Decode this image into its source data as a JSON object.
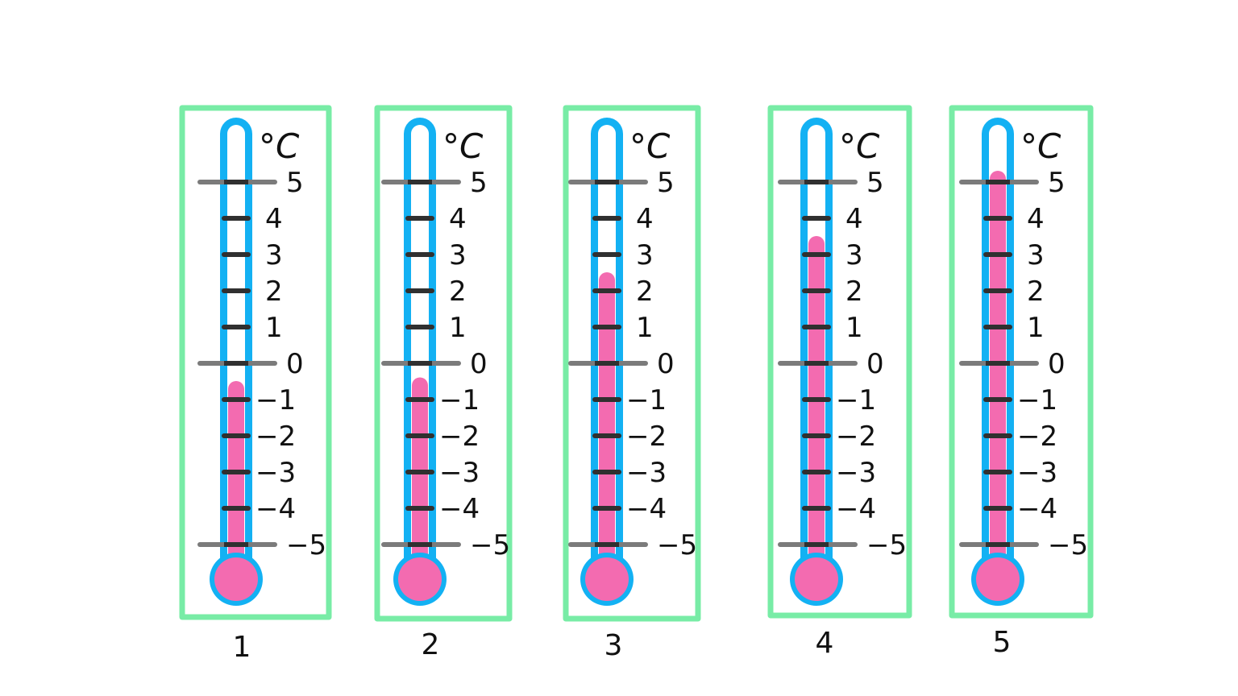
{
  "unit_label": "°C",
  "scale_labels": [
    "5",
    "4",
    "3",
    "2",
    "1",
    "0",
    "−1",
    "−2",
    "−3",
    "−4",
    "−5"
  ],
  "scale_values": [
    5,
    4,
    3,
    2,
    1,
    0,
    -1,
    -2,
    -3,
    -4,
    -5
  ],
  "colors": {
    "frame": "#78eca6",
    "tube": "#13b1f3",
    "mercury": "#f36bb0",
    "major_tick": "#7b7b7b",
    "minor_tick": "#303030",
    "text": "#111111"
  },
  "thermometers": [
    {
      "number": "1",
      "reading": -0.8
    },
    {
      "number": "2",
      "reading": -0.7
    },
    {
      "number": "3",
      "reading": 2.2
    },
    {
      "number": "4",
      "reading": 3.2
    },
    {
      "number": "5",
      "reading": 5
    }
  ]
}
